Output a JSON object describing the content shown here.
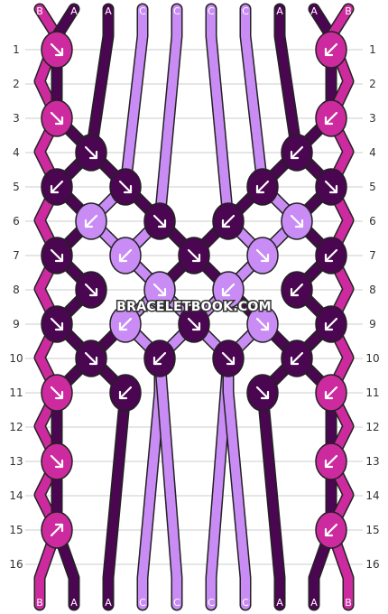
{
  "colors": {
    "A": "#4a0650",
    "B": "#cc2a9e",
    "C": "#c98cf5",
    "outline": "#222222",
    "grid": "#cccccc",
    "background": "#ffffff"
  },
  "strands_top": [
    "B",
    "A",
    "A",
    "C",
    "C",
    "C",
    "C",
    "A",
    "A",
    "B"
  ],
  "strands_bottom": [
    "B",
    "A",
    "A",
    "C",
    "C",
    "C",
    "C",
    "A",
    "A",
    "B"
  ],
  "row_labels": [
    "1",
    "2",
    "3",
    "4",
    "5",
    "6",
    "7",
    "8",
    "9",
    "10",
    "11",
    "12",
    "13",
    "14",
    "15",
    "16"
  ],
  "watermark": "BRACELETBOOK.COM",
  "knots": [
    {
      "row": 1,
      "col": 0,
      "color": "B",
      "dir": "down-right"
    },
    {
      "row": 1,
      "col": 8,
      "color": "B",
      "dir": "down-left"
    },
    {
      "row": 3,
      "col": 0,
      "color": "B",
      "dir": "down-right"
    },
    {
      "row": 3,
      "col": 8,
      "color": "B",
      "dir": "down-left"
    },
    {
      "row": 4,
      "col": 1,
      "color": "A",
      "dir": "down-right"
    },
    {
      "row": 4,
      "col": 7,
      "color": "A",
      "dir": "down-left"
    },
    {
      "row": 5,
      "col": 0,
      "color": "A",
      "dir": "down-left"
    },
    {
      "row": 5,
      "col": 2,
      "color": "A",
      "dir": "down-right"
    },
    {
      "row": 5,
      "col": 6,
      "color": "A",
      "dir": "down-left"
    },
    {
      "row": 5,
      "col": 8,
      "color": "A",
      "dir": "down-right"
    },
    {
      "row": 6,
      "col": 1,
      "color": "C",
      "dir": "down-left"
    },
    {
      "row": 6,
      "col": 3,
      "color": "A",
      "dir": "down-right"
    },
    {
      "row": 6,
      "col": 5,
      "color": "A",
      "dir": "down-left"
    },
    {
      "row": 6,
      "col": 7,
      "color": "C",
      "dir": "down-right"
    },
    {
      "row": 7,
      "col": 0,
      "color": "A",
      "dir": "down-right"
    },
    {
      "row": 7,
      "col": 2,
      "color": "C",
      "dir": "down-left"
    },
    {
      "row": 7,
      "col": 4,
      "color": "A",
      "dir": "down-right"
    },
    {
      "row": 7,
      "col": 6,
      "color": "C",
      "dir": "down-right"
    },
    {
      "row": 7,
      "col": 8,
      "color": "A",
      "dir": "down-left"
    },
    {
      "row": 8,
      "col": 1,
      "color": "A",
      "dir": "down-right"
    },
    {
      "row": 8,
      "col": 3,
      "color": "C",
      "dir": "down-right"
    },
    {
      "row": 8,
      "col": 5,
      "color": "C",
      "dir": "down-left"
    },
    {
      "row": 8,
      "col": 7,
      "color": "A",
      "dir": "down-left"
    },
    {
      "row": 9,
      "col": 0,
      "color": "A",
      "dir": "down-right"
    },
    {
      "row": 9,
      "col": 2,
      "color": "C",
      "dir": "down-left"
    },
    {
      "row": 9,
      "col": 4,
      "color": "A",
      "dir": "down-right"
    },
    {
      "row": 9,
      "col": 6,
      "color": "C",
      "dir": "down-right"
    },
    {
      "row": 9,
      "col": 8,
      "color": "A",
      "dir": "down-left"
    },
    {
      "row": 10,
      "col": 1,
      "color": "A",
      "dir": "down-right"
    },
    {
      "row": 10,
      "col": 3,
      "color": "A",
      "dir": "down-left"
    },
    {
      "row": 10,
      "col": 5,
      "color": "A",
      "dir": "down-right"
    },
    {
      "row": 10,
      "col": 7,
      "color": "A",
      "dir": "down-left"
    },
    {
      "row": 11,
      "col": 0,
      "color": "B",
      "dir": "down-right"
    },
    {
      "row": 11,
      "col": 2,
      "color": "A",
      "dir": "down-left"
    },
    {
      "row": 11,
      "col": 6,
      "color": "A",
      "dir": "down-right"
    },
    {
      "row": 11,
      "col": 8,
      "color": "B",
      "dir": "down-left"
    },
    {
      "row": 13,
      "col": 0,
      "color": "B",
      "dir": "down-right"
    },
    {
      "row": 13,
      "col": 8,
      "color": "B",
      "dir": "down-left"
    },
    {
      "row": 15,
      "col": 0,
      "color": "B",
      "dir": "up-right"
    },
    {
      "row": 15,
      "col": 8,
      "color": "B",
      "dir": "down-left"
    }
  ]
}
